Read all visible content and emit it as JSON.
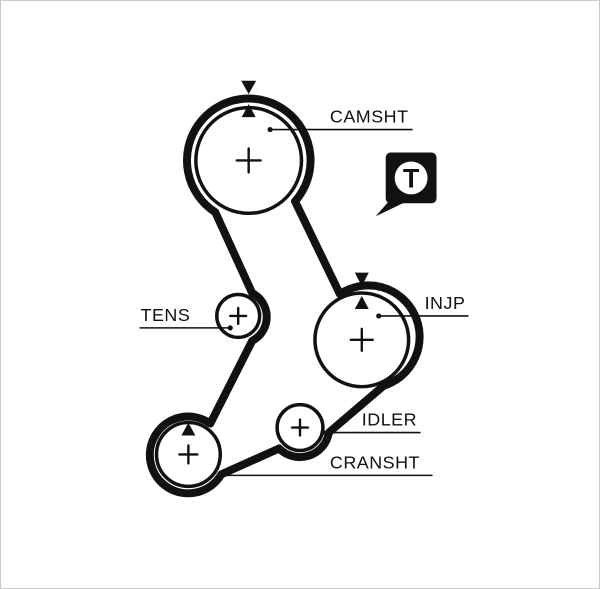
{
  "diagram": {
    "title": "timing-belt-routing-diagram",
    "labels": {
      "camshaft": "CAMSHT",
      "tensioner": "TENS",
      "injection_pump": "INJP",
      "idler": "IDLER",
      "crankshaft": "CRANSHT"
    },
    "badge": {
      "letter": "T"
    },
    "icons": {
      "timing_mark_down": "▼",
      "timing_mark_up": "▲",
      "center_cross": "+"
    },
    "colors": {
      "line": "#111111",
      "background": "#ffffff",
      "border": "#c9c9c9"
    }
  }
}
